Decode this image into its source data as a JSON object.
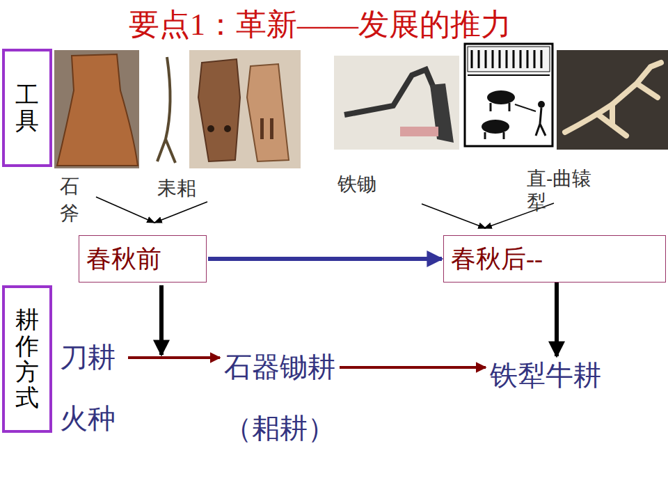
{
  "diagram": {
    "title": "要点1：革新——发展的推力",
    "nodes": [
      {
        "text": [
          "工具"
        ]
      },
      {
        "text": [
          "耕作方式"
        ]
      },
      {
        "text": [
          "春秋前"
        ]
      },
      {
        "text": [
          "春秋后--"
        ]
      },
      {
        "text": [
          "刀耕 火种"
        ]
      },
      {
        "text": [
          "石器锄耕",
          "（耜耕）"
        ]
      },
      {
        "text": [
          "铁犁牛耕"
        ]
      }
    ],
    "edges": [
      {
        "from": 2,
        "to": 3,
        "arrow": "to"
      },
      {
        "from": 3,
        "to": 6,
        "arrow": "to"
      },
      {
        "from": 4,
        "to": 5,
        "arrow": "to"
      },
      {
        "from": 5,
        "to": 6,
        "arrow": "to"
      }
    ],
    "labels": [
      "石斧",
      "耒耜",
      "铁锄",
      "直-曲辕犁"
    ]
  }
}
